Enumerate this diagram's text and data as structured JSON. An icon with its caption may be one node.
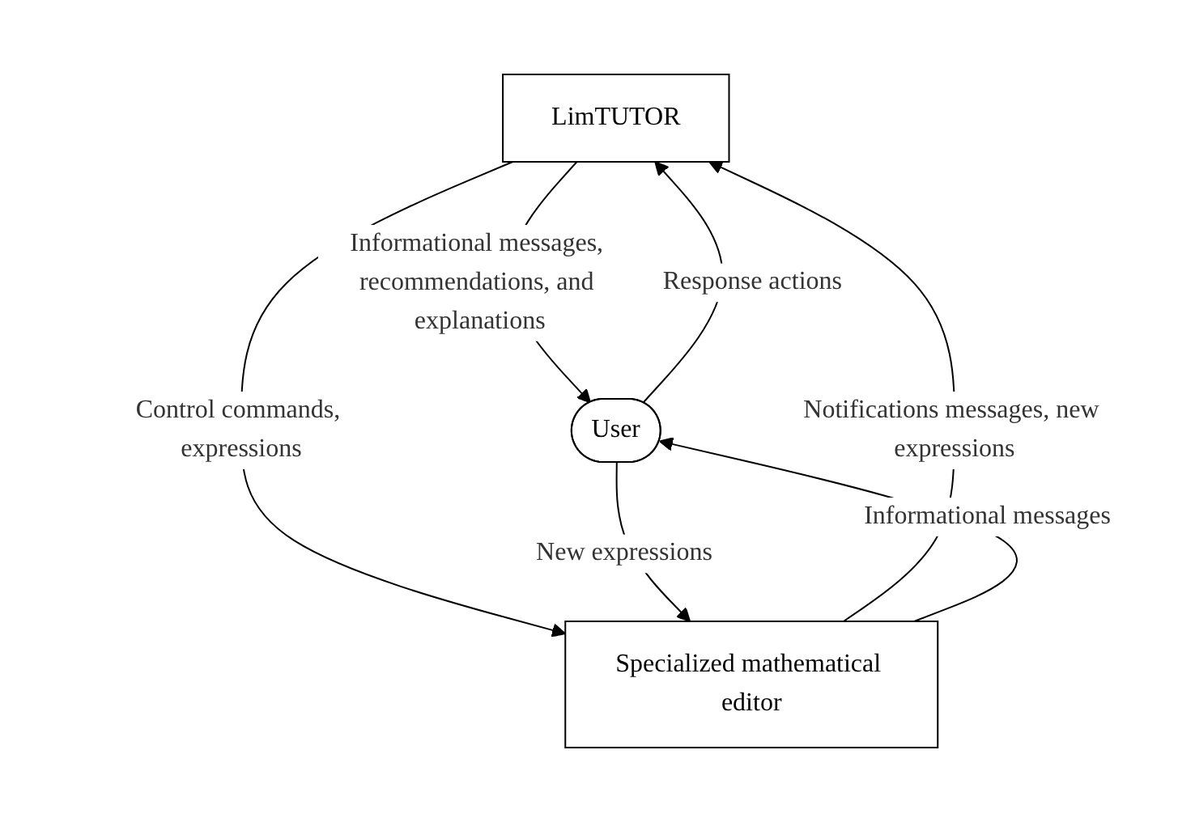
{
  "diagram": {
    "nodes": [
      {
        "text": [
          "LimTUTOR"
        ]
      },
      {
        "text": [
          "User"
        ]
      },
      {
        "text": [
          "Specialized mathematical editor"
        ]
      }
    ],
    "edges": [
      {
        "from": 0,
        "to": 1,
        "arrow": "to",
        "label": "Informational messages, recommendations, and explanations"
      },
      {
        "from": 1,
        "to": 0,
        "arrow": "to",
        "label": "Response actions"
      },
      {
        "from": 2,
        "to": 0,
        "arrow": "to",
        "label": "Notifications messages, new expressions"
      },
      {
        "from": 0,
        "to": 2,
        "arrow": "to",
        "label": "Control commands, expressions"
      },
      {
        "from": 1,
        "to": 2,
        "arrow": "to",
        "label": "New expressions"
      },
      {
        "from": 2,
        "to": 1,
        "arrow": "to",
        "label": "Informational messages"
      }
    ]
  }
}
